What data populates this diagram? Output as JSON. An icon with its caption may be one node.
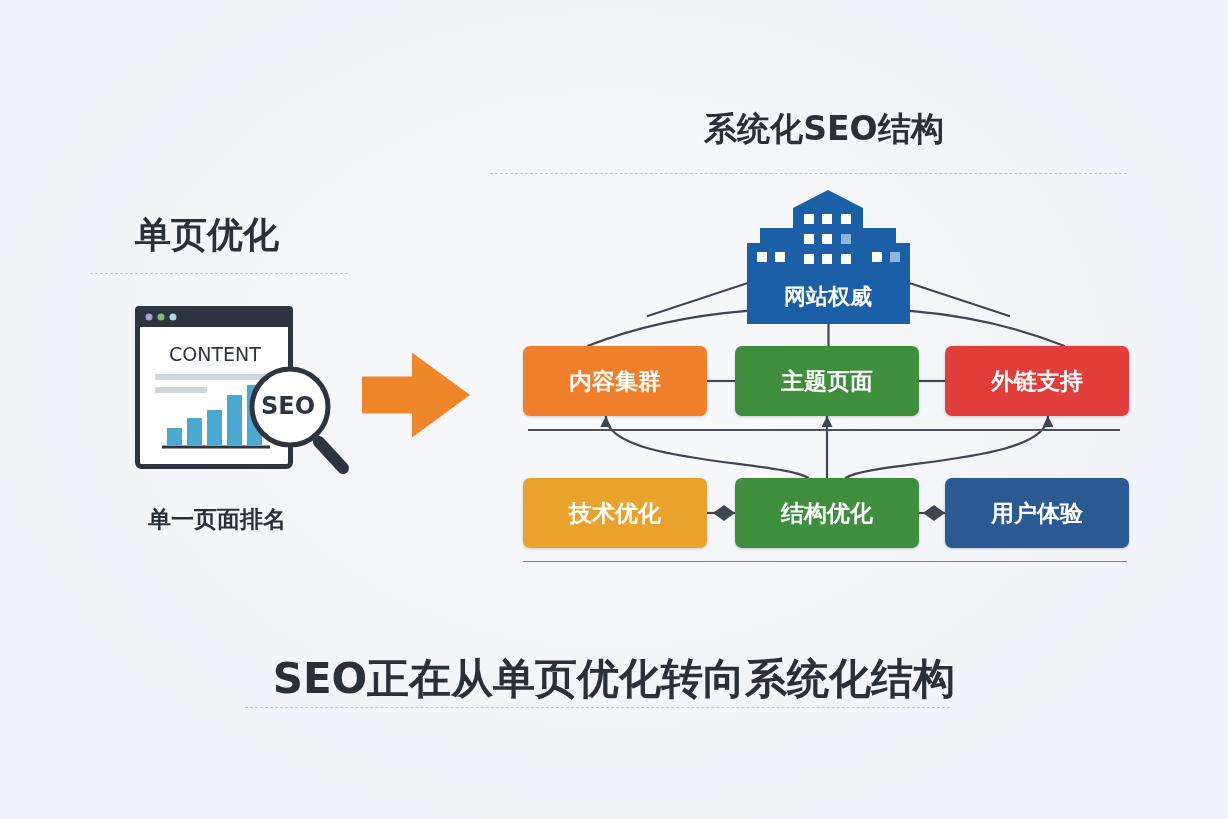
{
  "diagram": {
    "caption": "SEO正在从单页优化转向系统化结构",
    "nodes": [
      {
        "text": [
          "单页优化"
        ]
      },
      {
        "text": [
          "CONTENT",
          "SEO"
        ],
        "in": 0,
        "beside": [
          "单一页面排名"
        ]
      },
      {
        "text": [
          "系统化SEO结构"
        ]
      },
      {
        "text": [
          "网站权威"
        ],
        "in": 2
      },
      {
        "text": [
          "内容集群"
        ],
        "in": 2
      },
      {
        "text": [
          "主题页面"
        ],
        "in": 2
      },
      {
        "text": [
          "外链支持"
        ],
        "in": 2
      },
      {
        "text": [
          "技术优化"
        ],
        "in": 2
      },
      {
        "text": [
          "结构优化"
        ],
        "in": 2
      },
      {
        "text": [
          "用户体验"
        ],
        "in": 2
      }
    ],
    "edges": [
      {
        "from": 0,
        "to": 2,
        "arrow": "to",
        "style": "thick",
        "color": "#f0862a"
      },
      {
        "from": 3,
        "to": 4,
        "arrow": "none"
      },
      {
        "from": 3,
        "to": 5,
        "arrow": "none"
      },
      {
        "from": 3,
        "to": 6,
        "arrow": "none"
      },
      {
        "from": 4,
        "to": 5,
        "arrow": "none"
      },
      {
        "from": 5,
        "to": 6,
        "arrow": "none"
      },
      {
        "from": 8,
        "to": 4,
        "arrow": "to"
      },
      {
        "from": 8,
        "to": 5,
        "arrow": "to"
      },
      {
        "from": 8,
        "to": 6,
        "arrow": "to"
      },
      {
        "from": 7,
        "to": 8,
        "arrow": "other"
      },
      {
        "from": 8,
        "to": 9,
        "arrow": "other"
      }
    ]
  }
}
